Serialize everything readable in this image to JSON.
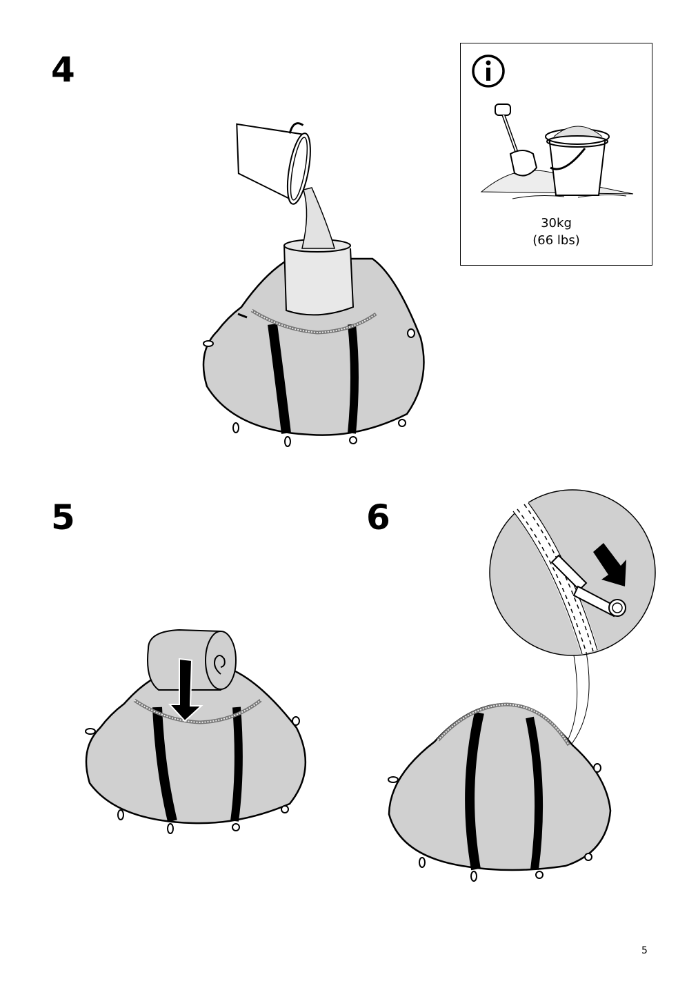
{
  "steps": [
    {
      "number": "4"
    },
    {
      "number": "5"
    },
    {
      "number": "6"
    }
  ],
  "info": {
    "icon": "info-icon",
    "weight_kg": "30kg",
    "weight_lbs": "(66 lbs)"
  },
  "page_number": "5"
}
